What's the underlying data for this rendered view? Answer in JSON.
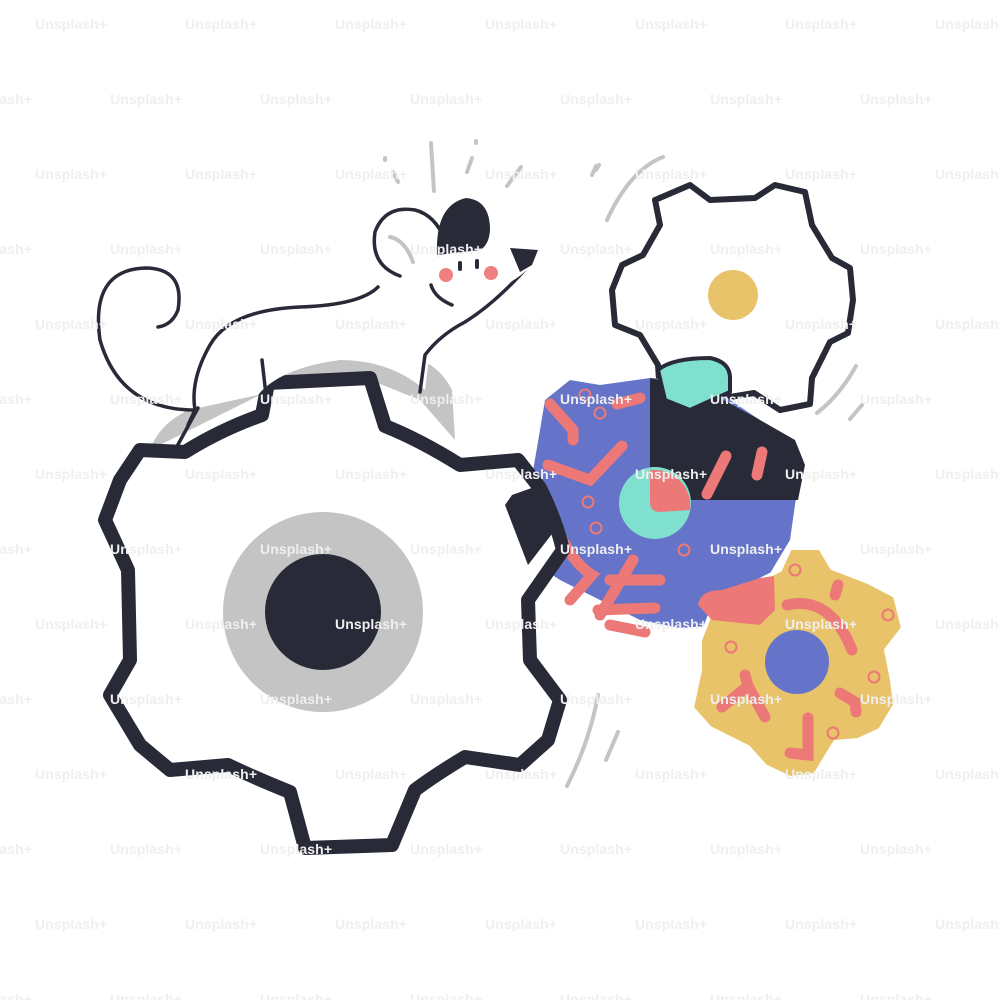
{
  "watermark": {
    "text": "Unsplash+",
    "color": "#efefef"
  },
  "illustration": {
    "subject": "mouse standing on gears",
    "elements": [
      {
        "name": "mouse",
        "icon": "mouse-icon"
      },
      {
        "name": "large-white-gear",
        "icon": "gear-icon"
      },
      {
        "name": "small-white-gear",
        "icon": "gear-icon"
      },
      {
        "name": "blue-patterned-gear",
        "icon": "gear-icon"
      },
      {
        "name": "yellow-patterned-gear",
        "icon": "gear-icon"
      }
    ],
    "colors": {
      "outline": "#282a38",
      "gray": "#c4c4c4",
      "blue": "#6574c8",
      "coral": "#ec7878",
      "teal": "#80e0d0",
      "yellow": "#e8c36a",
      "cheek": "#f08080"
    }
  }
}
